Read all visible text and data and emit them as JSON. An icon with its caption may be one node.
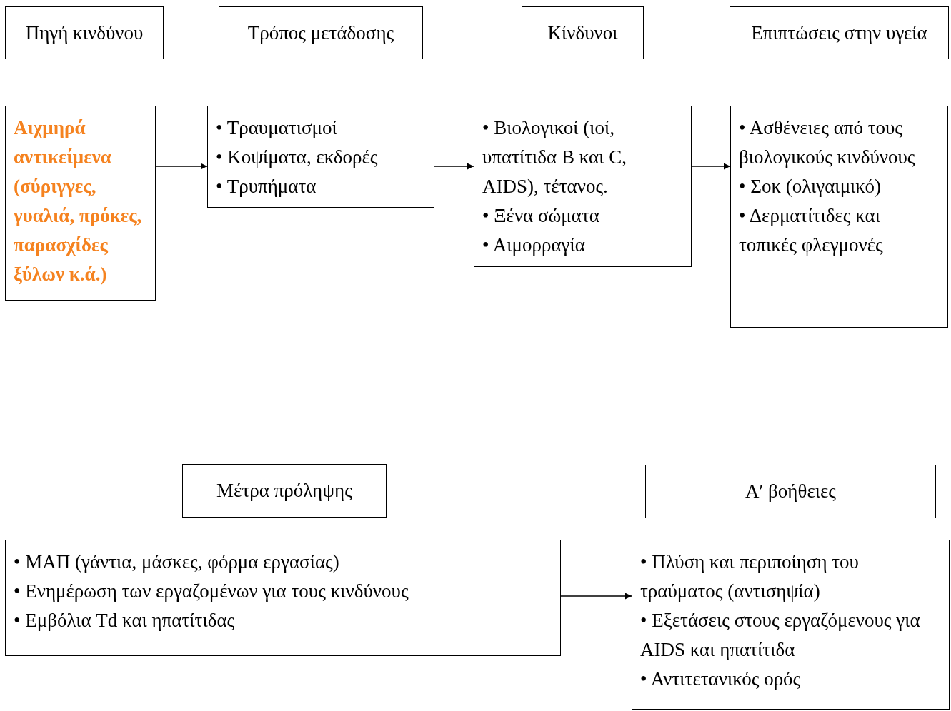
{
  "diagram": {
    "nodes": [
      {
        "text": [
          "Πηγή κινδύνου"
        ]
      },
      {
        "text": [
          "Τρόπος μετάδοσης"
        ]
      },
      {
        "text": [
          "Κίνδυνοι"
        ]
      },
      {
        "text": [
          "Επιπτώσεις στην υγεία"
        ]
      },
      {
        "text": [
          "Αιχμηρά αντικείμενα (σύριγγες, γυαλιά, πρόκες, παρασχίδες ξύλων κ.ά.)"
        ]
      },
      {
        "text": [
          "• Τραυματισμοί",
          "• Κοψίματα, εκδορές",
          "• Τρυπήματα"
        ]
      },
      {
        "text": [
          "• Βιολογικοί (ιοί, υπατίτιδα Β και C, AIDS), τέτανος.",
          "• Ξένα σώματα",
          "• Αιμορραγία"
        ]
      },
      {
        "text": [
          "• Ασθένειες από τους βιολογικούς κινδύνους",
          "• Σοκ (ολιγαιμικό)",
          "• Δερματίτιδες και τοπικές φλεγμονές"
        ]
      },
      {
        "text": [
          "Μέτρα πρόληψης"
        ]
      },
      {
        "text": [
          "Α′ βοήθειες"
        ]
      },
      {
        "text": [
          "• ΜΑΠ (γάντια, μάσκες, φόρμα εργασίας)",
          "• Ενημέρωση των εργαζομένων για τους κινδύνους",
          "• Εμβόλια Td και ηπατίτιδας"
        ]
      },
      {
        "text": [
          "• Πλύση και περιποίηση του τραύματος (αντισηψία)",
          "• Εξετάσεις στους εργαζόμενους για AIDS και ηπατίτιδα",
          "• Αντιτετανικός ορός"
        ]
      }
    ],
    "edges": [
      {
        "from": 4,
        "to": 5,
        "arrow": "to"
      },
      {
        "from": 5,
        "to": 6,
        "arrow": "to"
      },
      {
        "from": 6,
        "to": 7,
        "arrow": "to"
      },
      {
        "from": 10,
        "to": 11,
        "arrow": "to"
      }
    ]
  }
}
